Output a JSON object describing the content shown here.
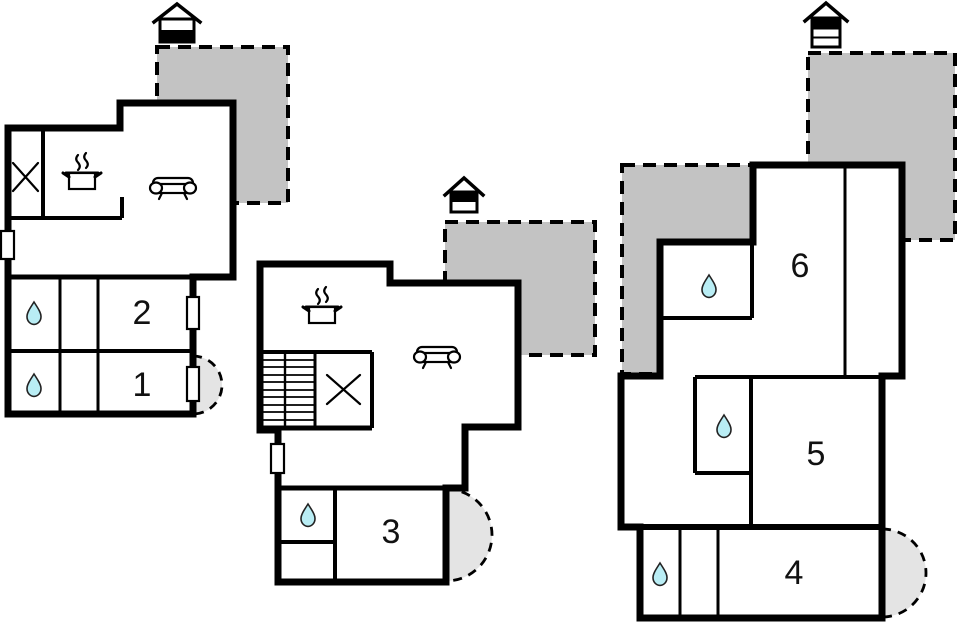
{
  "title": "three-storey floor plan drawing",
  "colors": {
    "wall": "#000000",
    "terrace": "#c3c3c3",
    "porch": "#e4e4e4",
    "water": "#b9edf4",
    "waterStroke": "#222222",
    "background": "#ffffff"
  },
  "room_labels": {
    "r1": "1",
    "r2": "2",
    "r3": "3",
    "r4": "4",
    "r5": "5",
    "r6": "6"
  },
  "plans": [
    {
      "name": "left-plan-ground-floor",
      "floor_indicator": "house icon, lower band filled (ground floor)",
      "rooms": [
        "1",
        "2"
      ],
      "features": [
        "terrace",
        "kitchen-stove",
        "sofa",
        "crossed-box",
        "2 water-drop bathrooms",
        "3 windows",
        "entrance-porch-arc"
      ]
    },
    {
      "name": "middle-plan-upper-floor",
      "floor_indicator": "house icon, upper band filled (upper floor)",
      "rooms": [
        "3"
      ],
      "features": [
        "terrace",
        "kitchen-stove",
        "sofa",
        "staircase",
        "crossed-box",
        "1 water-drop bathroom",
        "1 window",
        "entrance-porch-arc"
      ]
    },
    {
      "name": "right-plan-top-floor",
      "floor_indicator": "house icon, top band of three filled (top floor)",
      "rooms": [
        "4",
        "5",
        "6"
      ],
      "features": [
        "2 terraces",
        "3 water-drop bathrooms",
        "entrance-porch-arc"
      ]
    }
  ],
  "icons": {
    "water_drop": "water-drop-icon",
    "stove": "stove-pot-icon",
    "sofa": "sofa-icon",
    "stairs": "stairs-icon",
    "crossed_box": "crossed-box-icon",
    "floor_indicator": "floor-indicator-house-icon"
  }
}
